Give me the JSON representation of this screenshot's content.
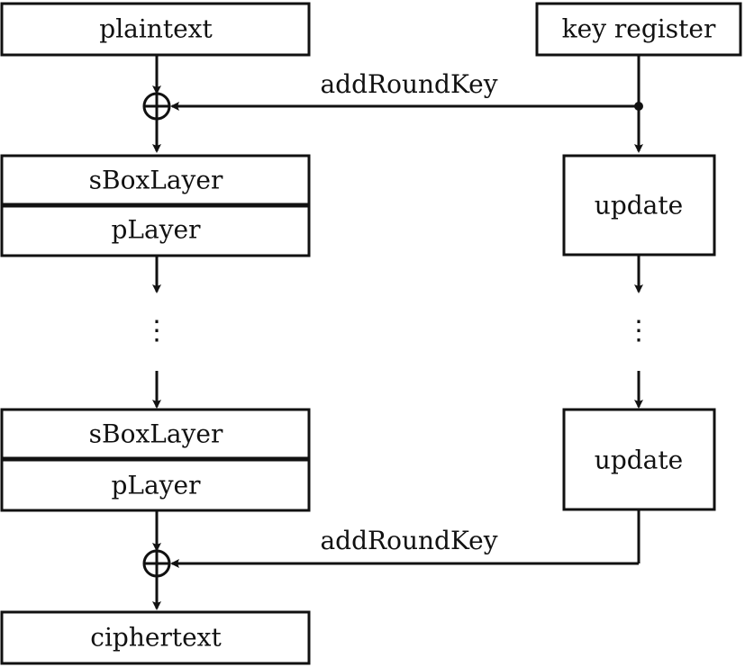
{
  "diagram": {
    "plaintext": "plaintext",
    "key_register": "key register",
    "add_round_key_top": "addRoundKey",
    "sbox_layer_top": "sBoxLayer",
    "p_layer_top": "pLayer",
    "update_top": "update",
    "vertical_dots_left": "⋮",
    "vertical_dots_right": "⋮",
    "sbox_layer_bottom": "sBoxLayer",
    "p_layer_bottom": "pLayer",
    "update_bottom": "update",
    "add_round_key_bottom": "addRoundKey",
    "ciphertext": "ciphertext"
  }
}
